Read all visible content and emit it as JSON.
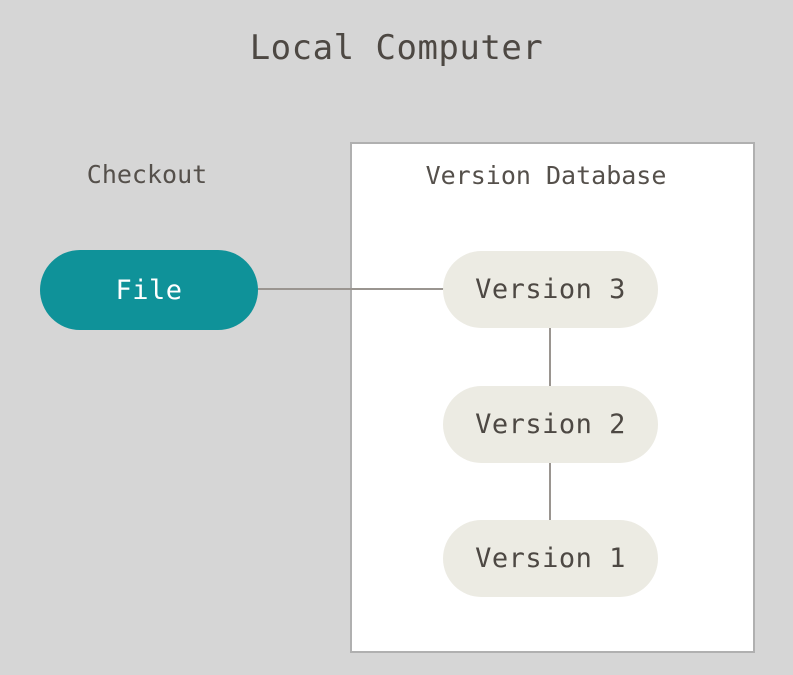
{
  "diagram": {
    "title": "Local Computer",
    "background_color": "#d6d6d6",
    "text_color": "#4d4843",
    "connector_color": "#9a9590",
    "captions": {
      "checkout": "Checkout",
      "version_database": "Version Database"
    },
    "checkout": {
      "node_label": "File",
      "node_fill": "#0f9299",
      "node_text_color": "#ffffff"
    },
    "version_database": {
      "box_fill": "#ffffff",
      "box_border": "#b0b0b0",
      "node_fill": "#ecebe3",
      "nodes": [
        {
          "label": "Version 3"
        },
        {
          "label": "Version 2"
        },
        {
          "label": "Version 1"
        }
      ]
    }
  }
}
